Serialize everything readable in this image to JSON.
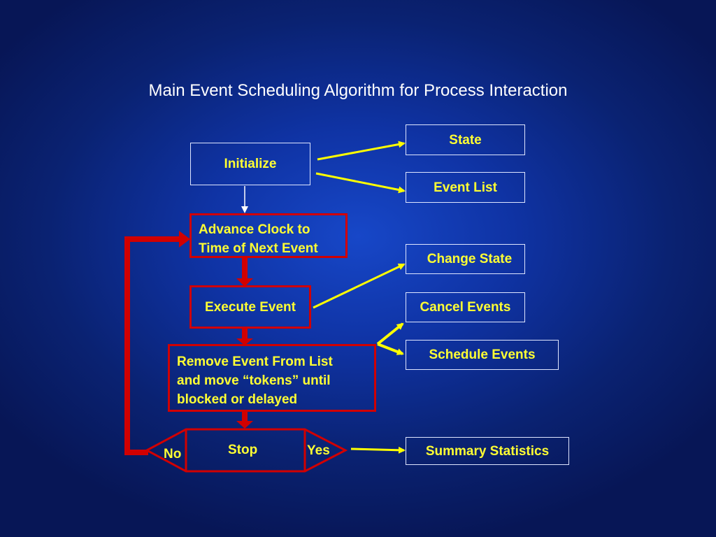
{
  "title": "Main Event Scheduling Algorithm for Process Interaction",
  "steps": {
    "initialize": "Initialize",
    "advance_clock": [
      "Advance Clock to",
      "Time of Next Event"
    ],
    "execute_event": "Execute Event",
    "remove_event": [
      "Remove Event From List",
      "and move “tokens” until",
      "blocked or delayed"
    ],
    "stop": "Stop"
  },
  "decision": {
    "no": "No",
    "yes": "Yes"
  },
  "outputs": {
    "state": "State",
    "event_list": "Event List",
    "change_state": "Change State",
    "cancel_events": "Cancel Events",
    "schedule_events": "Schedule Events",
    "summary_statistics": "Summary Statistics"
  },
  "colors": {
    "background": "#0f33a4",
    "text": "#ffff33",
    "flow_red": "#d10000",
    "arrow_yellow": "#ffff00",
    "box_border_white": "#dfe6ff"
  }
}
